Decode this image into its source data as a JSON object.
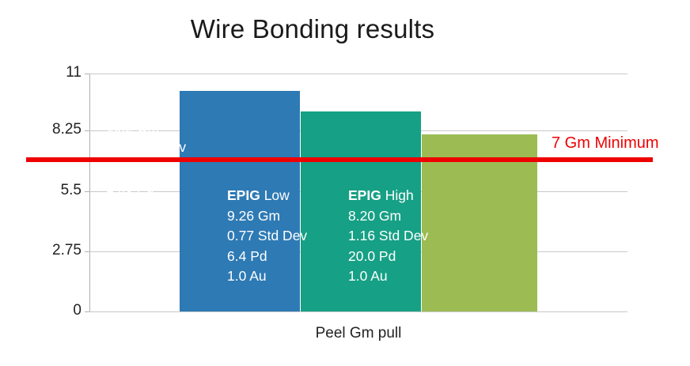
{
  "chart_data": {
    "type": "bar",
    "title": "Wire Bonding results",
    "xlabel": "Peel Gm pull",
    "ylabel": "",
    "ylim": [
      0,
      11
    ],
    "grid": true,
    "legend": "none",
    "categories": [
      "ENEPIG",
      "EPIG Low",
      "EPIG High"
    ],
    "values": [
      10.2,
      9.26,
      8.2
    ],
    "ytick_labels": [
      "11",
      "8.25",
      "5.5",
      "2.75",
      "0"
    ],
    "ytick_values": [
      11,
      8.25,
      5.5,
      2.75,
      0
    ],
    "series": [
      {
        "name": "Peel Gm pull",
        "values": [
          10.2,
          9.26,
          8.2
        ]
      }
    ],
    "bars": [
      {
        "name_bold": "ENEPIG",
        "name_rest": "",
        "value": 10.2,
        "color": "#2e7ab4",
        "lines": [
          "10.2 Gm",
          "1.26 Std Dev",
          "210 Ni",
          "14.0 Pd",
          "3.2 Au"
        ],
        "gm": "10.2 Gm",
        "std_dev": "1.26 Std Dev",
        "ni": "210 Ni",
        "pd": "14.0 Pd",
        "au": "3.2 Au"
      },
      {
        "name_bold": "EPIG",
        "name_rest": " Low",
        "value": 9.26,
        "color": "#16a085",
        "lines": [
          "9.26 Gm",
          "0.77 Std Dev",
          "6.4 Pd",
          "1.0 Au"
        ],
        "gm": "9.26 Gm",
        "std_dev": "0.77 Std Dev",
        "pd": "6.4 Pd",
        "au": "1.0 Au"
      },
      {
        "name_bold": "EPIG",
        "name_rest": " High",
        "value": 8.2,
        "color": "#9cbb53",
        "lines": [
          "8.20 Gm",
          "1.16 Std Dev",
          "20.0 Pd",
          "1.0 Au"
        ],
        "gm": "8.20 Gm",
        "std_dev": "1.16 Std Dev",
        "pd": "20.0 Pd",
        "au": "1.0 Au"
      }
    ],
    "annotations": [
      {
        "label": "7 Gm Minimum",
        "value": 7,
        "color": "#ee0000",
        "type": "horizontal-threshold-line"
      }
    ]
  }
}
